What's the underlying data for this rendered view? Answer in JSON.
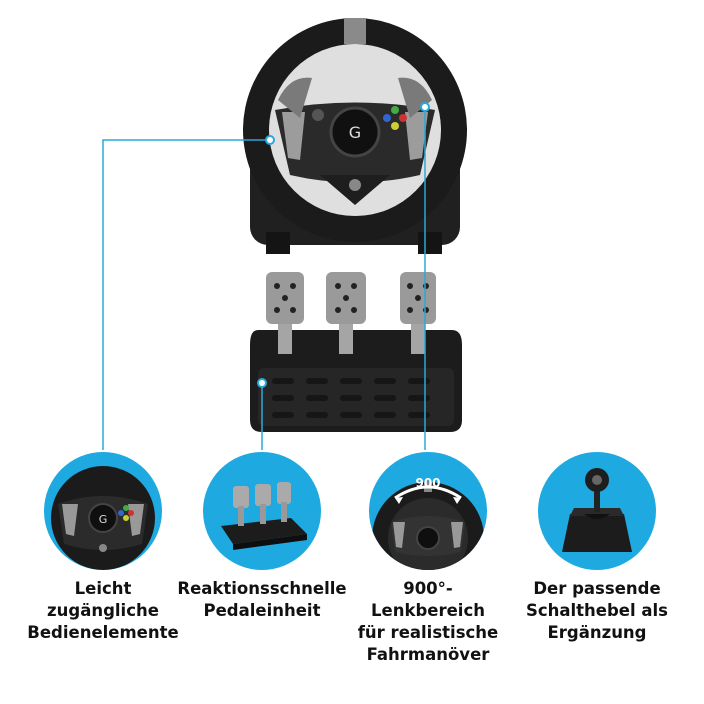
{
  "features": [
    {
      "name": "controls",
      "lines": [
        "Leicht",
        "zugängliche",
        "Bedienelemente"
      ],
      "icon": "wheel-buttons-icon"
    },
    {
      "name": "pedals",
      "lines": [
        "Reaktionsschnelle",
        "Pedaleinheit"
      ],
      "icon": "pedals-icon"
    },
    {
      "name": "rotation",
      "lines": [
        "900°-",
        "Lenkbereich",
        "für realistische",
        "Fahrmanöver"
      ],
      "rotation_label": "900",
      "icon": "rotation-icon"
    },
    {
      "name": "shifter",
      "lines": [
        "Der passende",
        "Schalthebel als",
        "Ergänzung"
      ],
      "icon": "shifter-icon"
    }
  ],
  "colors": {
    "accent": "#1fa9e1",
    "line": "#2aa8dc",
    "product": "#1c1c1c"
  }
}
